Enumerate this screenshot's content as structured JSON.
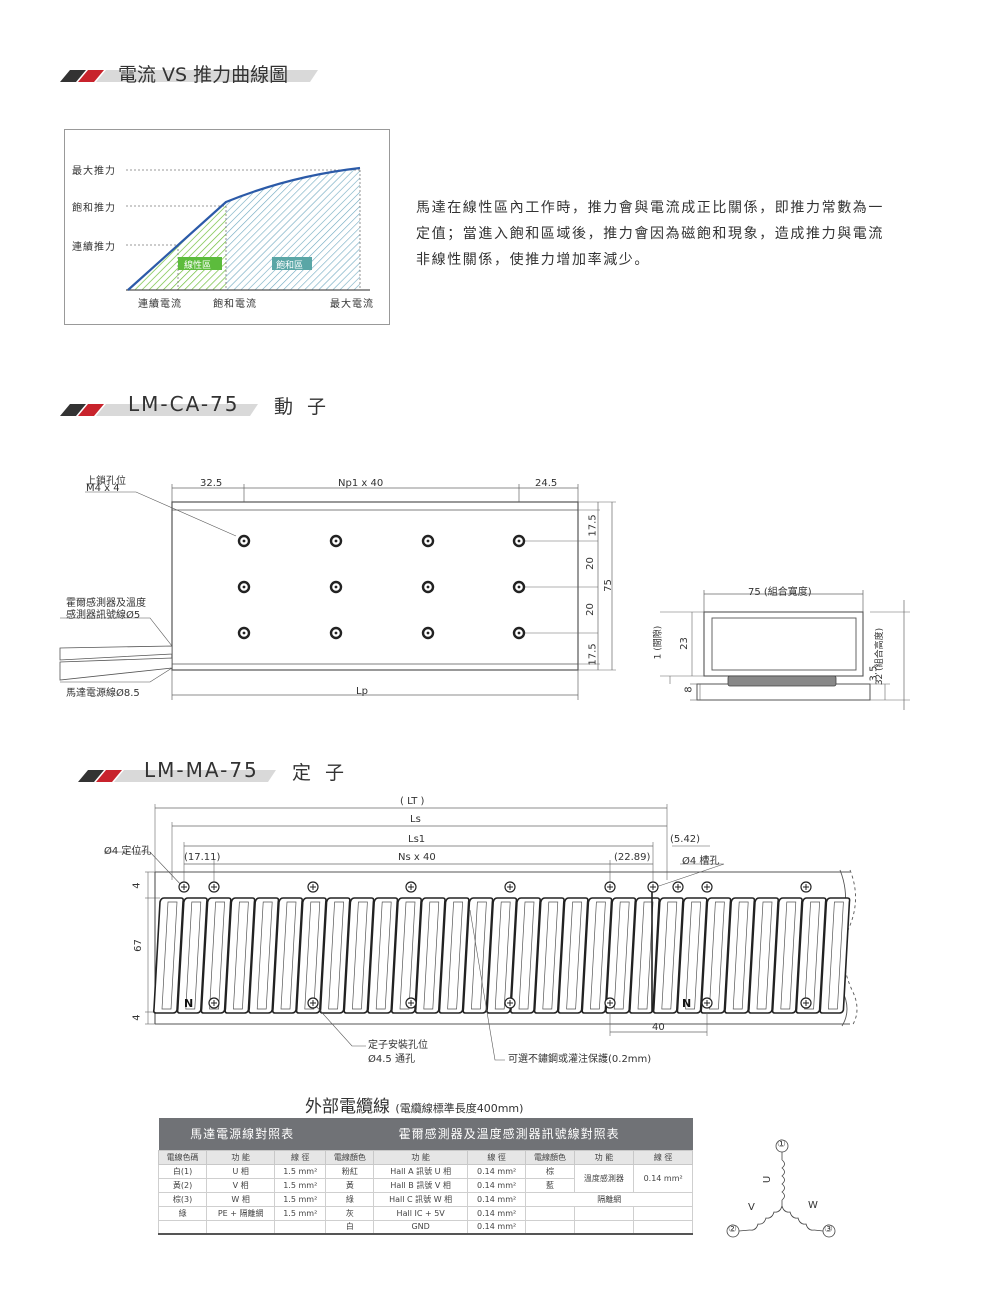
{
  "sections": {
    "curve_title": "電流 VS 推力曲線圖",
    "mover_model": "LM-CA-75",
    "mover_name": "動 子",
    "stator_model": "LM-MA-75",
    "stator_name": "定 子"
  },
  "curve_chart": {
    "y_labels": [
      "最大推力",
      "飽和推力",
      "連續推力"
    ],
    "x_labels": [
      "連續電流",
      "飽和電流",
      "最大電流"
    ],
    "region_linear": "線性區",
    "region_saturation": "飽和區",
    "colors": {
      "curve": "#2b5aa8",
      "linear": "#6fbf3a",
      "saturation": "#5fa8a8",
      "linear_label": "#5cbc3c",
      "saturation_label": "#5aa6a6"
    }
  },
  "description": "馬達在線性區內工作時，推力會與電流成正比關係，即推力常數為一定值；當進入飽和區域後，推力會因為磁飽和現象，造成推力與電流非線性關係，使推力增加率減少。",
  "mover_drawing": {
    "hole_label": "上鎖孔位",
    "hole_spec": "M4 x 4",
    "dim_left": "32.5",
    "dim_mid": "Np1 x 40",
    "dim_right": "24.5",
    "dim_v1": "17.5",
    "dim_v2": "20",
    "dim_v3": "20",
    "dim_v4": "17.5",
    "dim_total": "75",
    "sensor_label_1": "霍爾感測器及溫度",
    "sensor_label_2": "感測器訊號線Ø5",
    "power_label": "馬達電源線Ø8.5",
    "length_label": "Lp"
  },
  "side_drawing": {
    "width_label": "75 (組合寬度)",
    "gap_label": "1 (間隙)",
    "dim_23": "23",
    "dim_8": "8",
    "dim_35": "3.5",
    "height_label": "32 (組合高度)"
  },
  "stator_drawing": {
    "lt": "( LT )",
    "ls": "Ls",
    "ls1": "Ls1",
    "dim_542": "(5.42)",
    "locate_hole": "Ø4 定位孔",
    "dim_1711": "(17.11)",
    "ns": "Ns x 40",
    "dim_2289": "(22.89)",
    "slot_hole": "Ø4 槽孔",
    "dim_4a": "4",
    "dim_67": "67",
    "dim_4b": "4",
    "n_mark": "N",
    "dim_40": "40",
    "mount_label_1": "定子安裝孔位",
    "mount_label_2": "Ø4.5 通孔",
    "option_label": "可選不鏽鋼或灌注保護(0.2mm)"
  },
  "cable": {
    "title": "外部電纜線",
    "note": "(電纜線標準長度400mm)",
    "table1_title": "馬達電源線對照表",
    "table2_title": "霍爾感測器及溫度感測器訊號線對照表",
    "headers1": [
      "電線色碼",
      "功 能",
      "線 徑"
    ],
    "headers2": [
      "電線顏色",
      "功 能",
      "線 徑",
      "電線顏色",
      "功 能",
      "線 徑"
    ],
    "power_rows": [
      [
        "白(1)",
        "U 相",
        "1.5 mm²"
      ],
      [
        "黃(2)",
        "V 相",
        "1.5 mm²"
      ],
      [
        "棕(3)",
        "W 相",
        "1.5 mm²"
      ],
      [
        "綠",
        "PE + 隔離網",
        "1.5 mm²"
      ],
      [
        "",
        "",
        ""
      ]
    ],
    "hall_rows": [
      [
        "粉紅",
        "Hall A 訊號 U 相",
        "0.14 mm²"
      ],
      [
        "黃",
        "Hall B 訊號 V 相",
        "0.14 mm²"
      ],
      [
        "綠",
        "Hall C 訊號 W 相",
        "0.14 mm²"
      ],
      [
        "灰",
        "Hall IC + 5V",
        "0.14 mm²"
      ],
      [
        "白",
        "GND",
        "0.14 mm²"
      ]
    ],
    "temp_color_1": "棕",
    "temp_color_2": "藍",
    "temp_function": "溫度感測器",
    "temp_gauge": "0.14 mm²",
    "shield": "隔離網",
    "wiring": {
      "n1": "①",
      "n2": "②",
      "n3": "③",
      "u": "U",
      "v": "V",
      "w": "W"
    }
  }
}
